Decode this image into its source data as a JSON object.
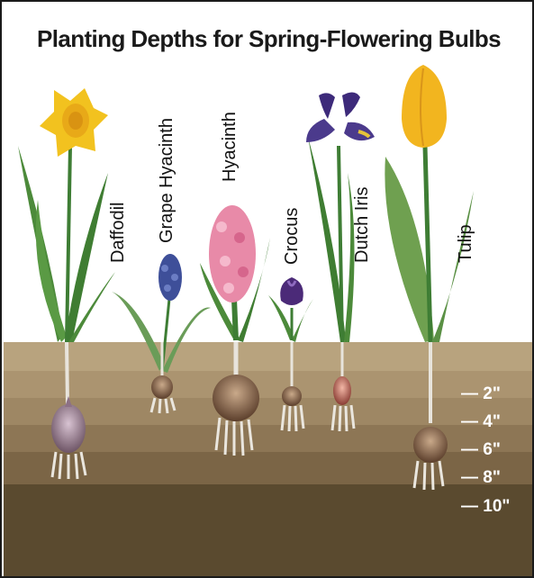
{
  "title": "Planting Depths for Spring-Flowering Bulbs",
  "plants": [
    {
      "name": "Daffodil"
    },
    {
      "name": "Grape Hyacinth"
    },
    {
      "name": "Hyacinth"
    },
    {
      "name": "Crocus"
    },
    {
      "name": "Dutch Iris"
    },
    {
      "name": "Tulip"
    }
  ],
  "depth_markers": [
    {
      "label": "— 2\""
    },
    {
      "label": "— 4\""
    },
    {
      "label": "— 6\""
    },
    {
      "label": "— 8\""
    },
    {
      "label": "— 10\""
    }
  ],
  "colors": {
    "frame": "#1a1a1a",
    "soil_light": "#b5a07a",
    "soil_dark": "#5a4a2f",
    "daffodil": "#f2c21f",
    "grape_hyacinth": "#3e4f99",
    "hyacinth": "#e88aa8",
    "crocus": "#4b2a78",
    "dutch_iris": "#3d2a7a",
    "tulip": "#f2b51f",
    "stem": "#3e7d34"
  }
}
